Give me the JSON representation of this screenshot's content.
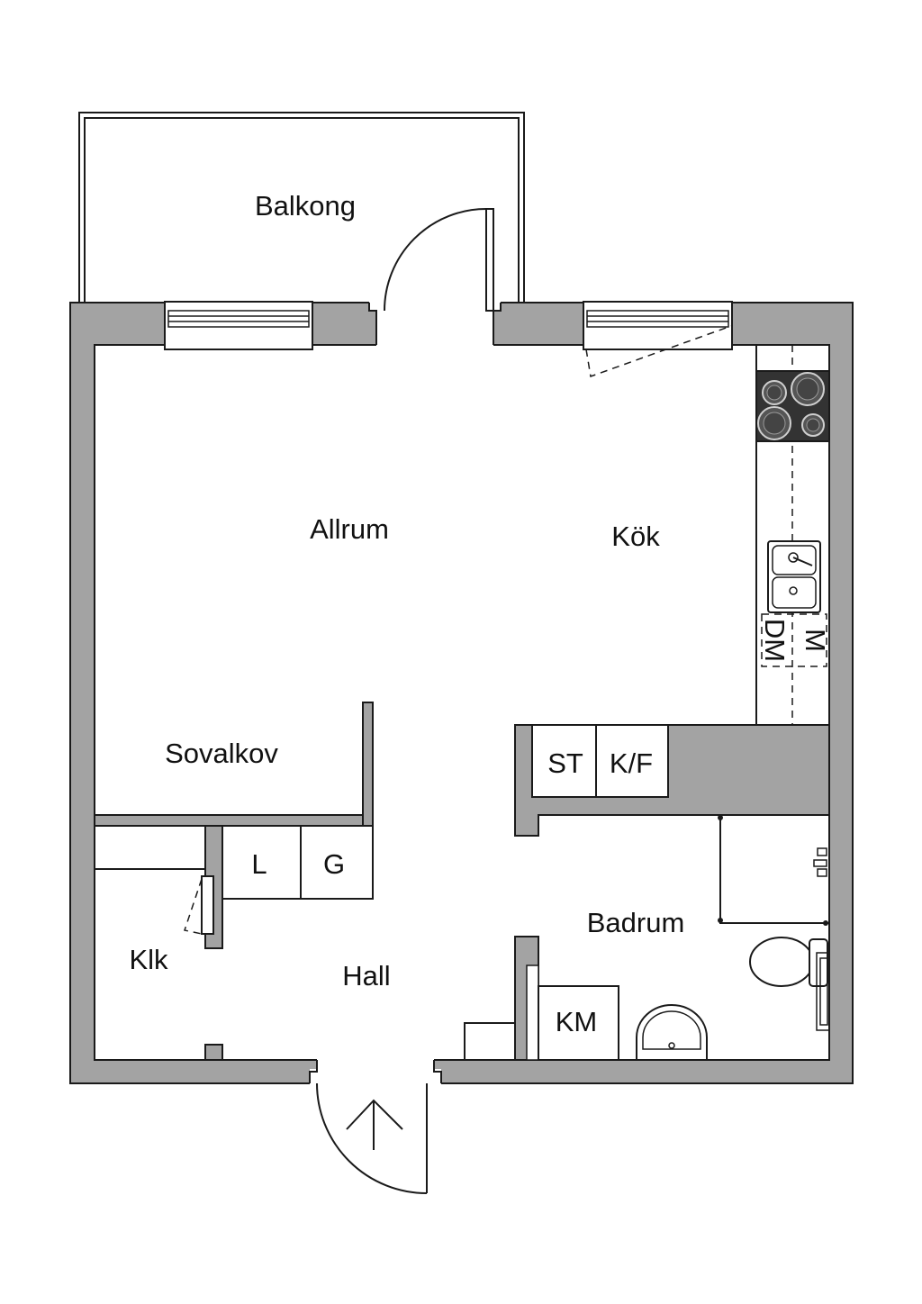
{
  "rooms": {
    "balcony": "Balkong",
    "living": "Allrum",
    "kitchen": "Kök",
    "alcove": "Sovalkov",
    "closet": "Klk",
    "hall": "Hall",
    "bathroom": "Badrum"
  },
  "fixtures": {
    "stove_cabinet": "ST",
    "fridge_freezer": "K/F",
    "linen": "L",
    "wardrobe": "G",
    "washing_machine": "KM",
    "dishwasher": "DM",
    "microwave": "M"
  },
  "colors": {
    "wall": "#a3a3a3",
    "line": "#1a1a1a",
    "stove": "#333333"
  }
}
